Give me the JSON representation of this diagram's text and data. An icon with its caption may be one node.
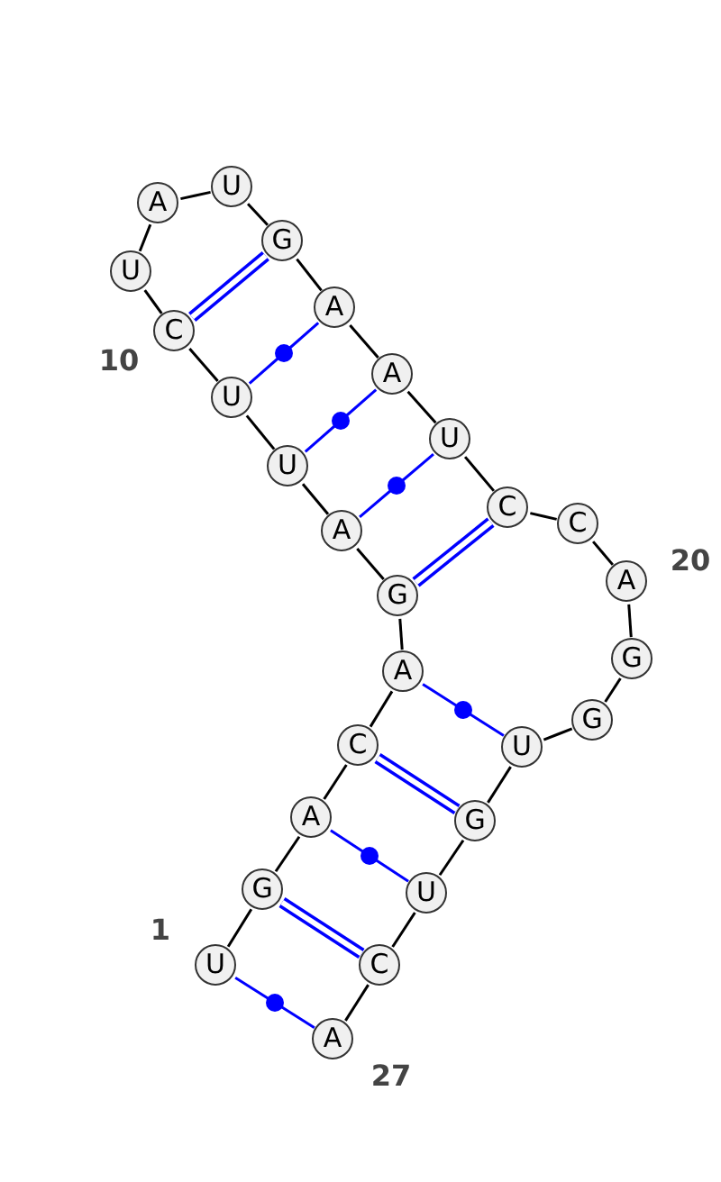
{
  "diagram": {
    "nodes": [
      {
        "text": [
          "U"
        ],
        "beside": [
          "1"
        ]
      },
      {
        "text": [
          "G"
        ]
      },
      {
        "text": [
          "A"
        ]
      },
      {
        "text": [
          "C"
        ]
      },
      {
        "text": [
          "A"
        ]
      },
      {
        "text": [
          "G"
        ]
      },
      {
        "text": [
          "A"
        ]
      },
      {
        "text": [
          "U"
        ]
      },
      {
        "text": [
          "U"
        ]
      },
      {
        "text": [
          "C"
        ],
        "beside": [
          "10"
        ]
      },
      {
        "text": [
          "U"
        ]
      },
      {
        "text": [
          "A"
        ]
      },
      {
        "text": [
          "U"
        ]
      },
      {
        "text": [
          "G"
        ]
      },
      {
        "text": [
          "A"
        ]
      },
      {
        "text": [
          "A"
        ]
      },
      {
        "text": [
          "U"
        ]
      },
      {
        "text": [
          "C"
        ]
      },
      {
        "text": [
          "C"
        ]
      },
      {
        "text": [
          "A"
        ],
        "beside": [
          "20"
        ]
      },
      {
        "text": [
          "G"
        ]
      },
      {
        "text": [
          "G"
        ]
      },
      {
        "text": [
          "U"
        ]
      },
      {
        "text": [
          "G"
        ]
      },
      {
        "text": [
          "U"
        ]
      },
      {
        "text": [
          "C"
        ]
      },
      {
        "text": [
          "A"
        ],
        "beside": [
          "27"
        ]
      }
    ],
    "edges": [
      {
        "from": 0,
        "to": 1,
        "arrow": "none"
      },
      {
        "from": 1,
        "to": 2,
        "arrow": "none"
      },
      {
        "from": 2,
        "to": 3,
        "arrow": "none"
      },
      {
        "from": 3,
        "to": 4,
        "arrow": "none"
      },
      {
        "from": 4,
        "to": 5,
        "arrow": "none"
      },
      {
        "from": 5,
        "to": 6,
        "arrow": "none"
      },
      {
        "from": 6,
        "to": 7,
        "arrow": "none"
      },
      {
        "from": 7,
        "to": 8,
        "arrow": "none"
      },
      {
        "from": 8,
        "to": 9,
        "arrow": "none"
      },
      {
        "from": 9,
        "to": 10,
        "arrow": "none"
      },
      {
        "from": 10,
        "to": 11,
        "arrow": "none"
      },
      {
        "from": 11,
        "to": 12,
        "arrow": "none"
      },
      {
        "from": 12,
        "to": 13,
        "arrow": "none"
      },
      {
        "from": 13,
        "to": 14,
        "arrow": "none"
      },
      {
        "from": 14,
        "to": 15,
        "arrow": "none"
      },
      {
        "from": 15,
        "to": 16,
        "arrow": "none"
      },
      {
        "from": 16,
        "to": 17,
        "arrow": "none"
      },
      {
        "from": 17,
        "to": 18,
        "arrow": "none"
      },
      {
        "from": 18,
        "to": 19,
        "arrow": "none"
      },
      {
        "from": 19,
        "to": 20,
        "arrow": "none"
      },
      {
        "from": 20,
        "to": 21,
        "arrow": "none"
      },
      {
        "from": 21,
        "to": 22,
        "arrow": "none"
      },
      {
        "from": 22,
        "to": 23,
        "arrow": "none"
      },
      {
        "from": 23,
        "to": 24,
        "arrow": "none"
      },
      {
        "from": 24,
        "to": 25,
        "arrow": "none"
      },
      {
        "from": 25,
        "to": 26,
        "arrow": "none"
      },
      {
        "from": 0,
        "to": 26,
        "arrow": "none",
        "color": "#0000ff"
      },
      {
        "from": 1,
        "to": 25,
        "arrow": "none",
        "style": "thick",
        "color": "#0000ff"
      },
      {
        "from": 2,
        "to": 24,
        "arrow": "none",
        "color": "#0000ff"
      },
      {
        "from": 3,
        "to": 23,
        "arrow": "none",
        "style": "thick",
        "color": "#0000ff"
      },
      {
        "from": 4,
        "to": 22,
        "arrow": "none",
        "color": "#0000ff"
      },
      {
        "from": 5,
        "to": 17,
        "arrow": "none",
        "style": "thick",
        "color": "#0000ff"
      },
      {
        "from": 6,
        "to": 16,
        "arrow": "none",
        "color": "#0000ff"
      },
      {
        "from": 7,
        "to": 15,
        "arrow": "none",
        "color": "#0000ff"
      },
      {
        "from": 8,
        "to": 14,
        "arrow": "none",
        "color": "#0000ff"
      },
      {
        "from": 9,
        "to": 13,
        "arrow": "none",
        "style": "thick",
        "color": "#0000ff"
      }
    ]
  }
}
